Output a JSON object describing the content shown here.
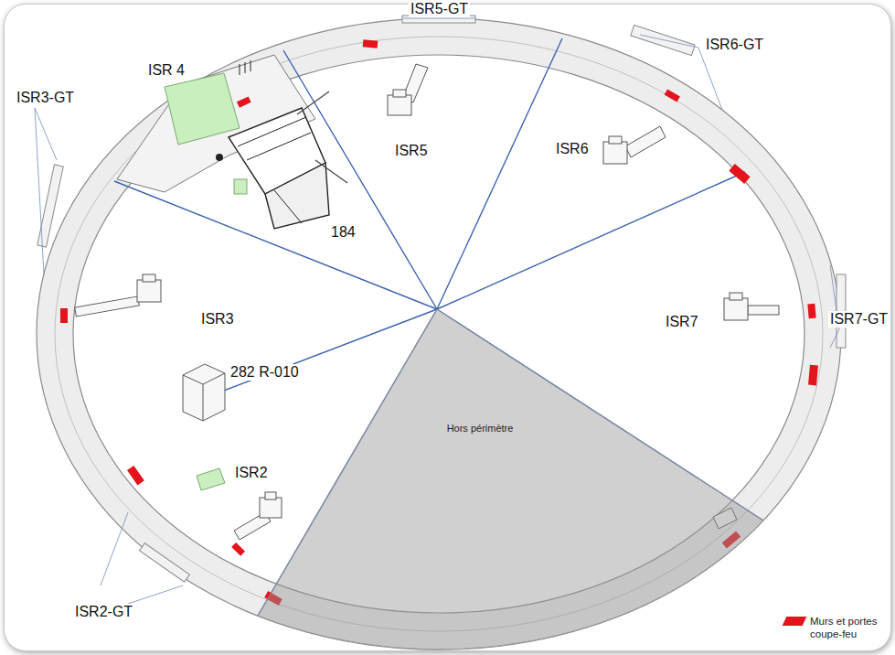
{
  "diagram": {
    "nodes": [
      {
        "text": [
          "Hors périmètre"
        ]
      }
    ],
    "labels": [
      "ISR5-GT",
      "ISR6-GT",
      "ISR 4",
      "ISR5",
      "ISR6",
      "184",
      "ISR3-GT",
      "ISR3",
      "ISR7",
      "ISR7-GT",
      "282 R-010",
      "ISR2",
      "ISR2-GT"
    ],
    "legend": [
      {
        "text": "Murs et portes coupe-feu",
        "color": "#e3141b"
      }
    ]
  }
}
